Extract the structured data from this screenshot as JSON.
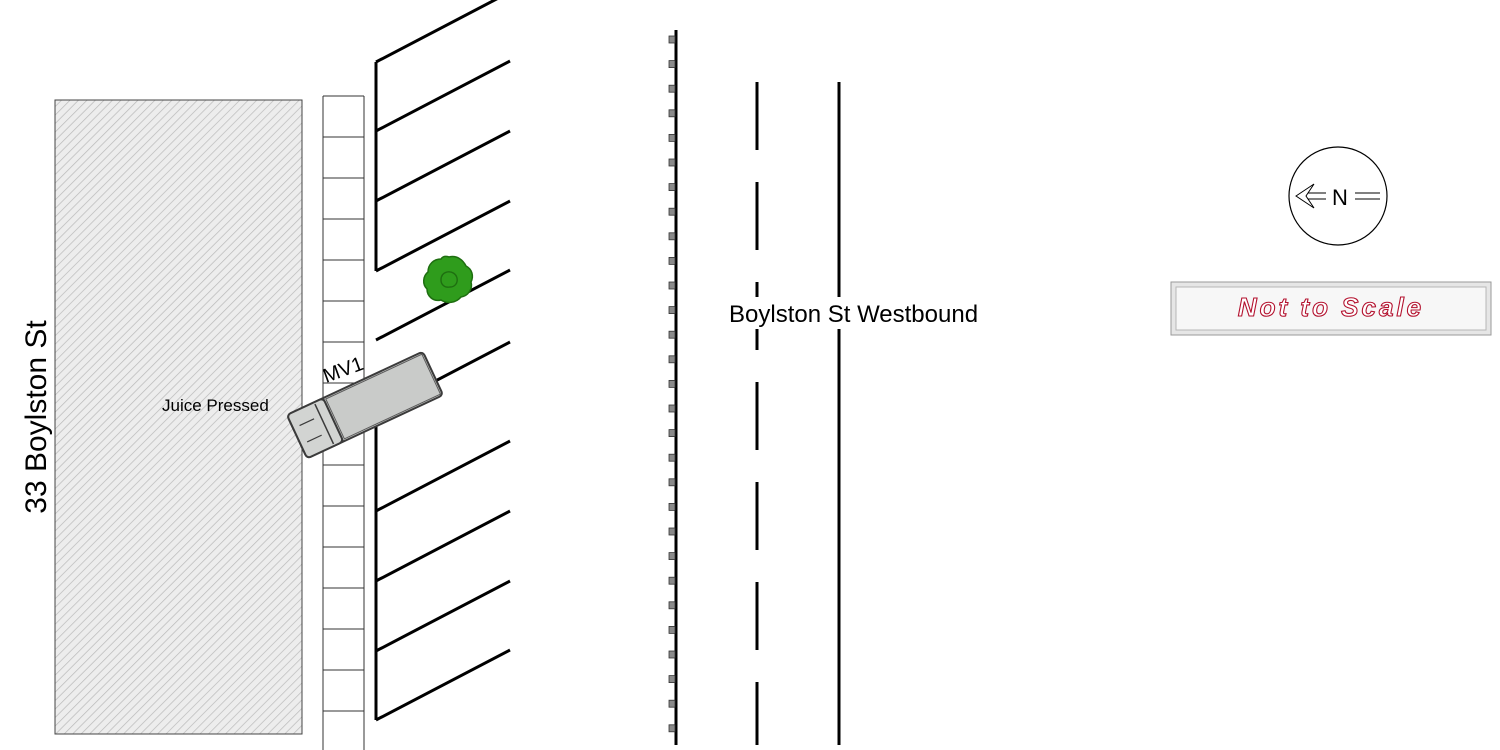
{
  "labels": {
    "building": "33 Boylston St",
    "business": "Juice Pressed",
    "vehicle": "MV1",
    "street": "Boylston St Westbound"
  },
  "north_arrow": {
    "letter": "N"
  },
  "scale_note": {
    "text": "Not to Scale"
  },
  "colors": {
    "building_fill": "#ededed",
    "building_hatch": "#b9b9b9",
    "tree_fill": "#2f9c1c",
    "tree_outline": "#1e6e10",
    "vehicle_fill": "#c9cbc9",
    "vehicle_outline": "#3b3b3b",
    "scale_text": "#b3112e",
    "scale_box": "#e6e6e6",
    "ink": "#000000"
  }
}
